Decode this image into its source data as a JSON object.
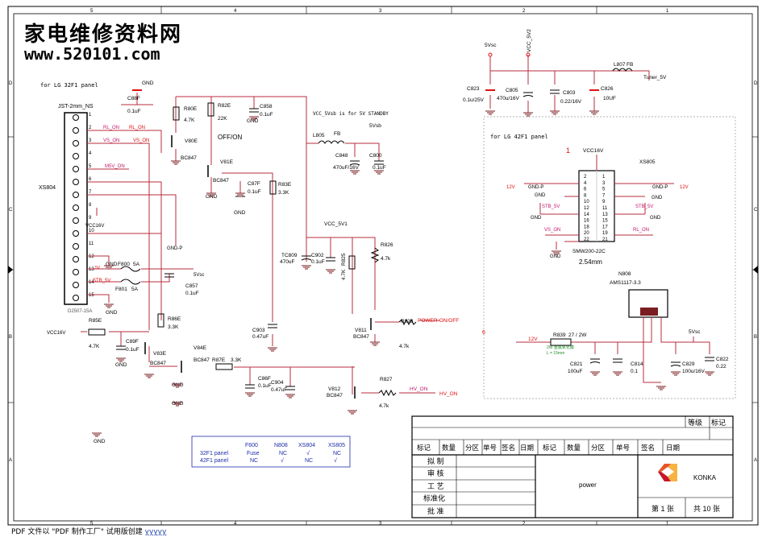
{
  "watermark": {
    "line1": "家电维修资料网",
    "line2": "www.520101.com"
  },
  "footer": {
    "text": "PDF 文件以 \"PDF 制作工厂\" 试用版创建",
    "link": "yyyyy"
  },
  "border": {
    "top_ticks": [
      "5",
      "4",
      "3",
      "2",
      "1"
    ],
    "side_ticks": [
      "D",
      "C",
      "B",
      "A"
    ]
  },
  "notes": {
    "lg32": "for LG 32F1 panel",
    "lg42": "for LG 42F1 panel",
    "standby": "VCC_5Vsb is for 5V STANDBY",
    "offon": "OFF/ON",
    "dim": "2.54mm",
    "red1": "1",
    "red6": "6",
    "green_note1": "2W 金属氧化膜",
    "green_note2": "L = 15mm"
  },
  "connector_xs804": {
    "title": "JST-2mm_NS",
    "ref": "XS804",
    "part": "D2507-15A",
    "pins": [
      "1",
      "2",
      "3",
      "4",
      "5",
      "6",
      "7",
      "8",
      "9",
      "10",
      "11",
      "12",
      "13",
      "14",
      "15"
    ]
  },
  "connector_xs805": {
    "ref": "XS805",
    "part": "SMW200-22C",
    "vcc": "VCC16V",
    "left_pins": [
      "2",
      "4",
      "6",
      "8",
      "10",
      "12",
      "14",
      "16",
      "18",
      "20",
      "22"
    ],
    "right_pins": [
      "1",
      "3",
      "5",
      "7",
      "9",
      "11",
      "13",
      "15",
      "17",
      "19",
      "21"
    ]
  },
  "nets": {
    "rl_on": "RL_ON",
    "vs_on": "VS_ON",
    "m5v_on": "M5V_ON",
    "vcc16v": "VCC16V",
    "gndp": "GND-P",
    "stb5v": "STB_5V",
    "v5vsc": "5Vsc",
    "vcc16v_in": "VCC16V",
    "gnd": "GND",
    "vcc5v1": "VCC_5V1",
    "v5vsb": "5Vsb",
    "v5vsc2": "5Vsc",
    "vcc5v2": "VCC_5V2",
    "tuner5v": "Tuner_5V",
    "power_onoff": "POWER-ON/OFF",
    "hv_on": "HV_ON",
    "v12": "12V",
    "small_5v": "5V"
  },
  "components": {
    "c88f": [
      "C88F",
      "0.1uF"
    ],
    "r80e": [
      "R80E",
      "4.7K"
    ],
    "v80e": [
      "V80E",
      "BC847"
    ],
    "r82e": [
      "R82E",
      "22K"
    ],
    "c858": [
      "C858",
      "0.1uF"
    ],
    "v81e": [
      "V81E",
      "BC847"
    ],
    "c87f": [
      "C87F",
      "0.1uF"
    ],
    "r83e": [
      "R83E",
      "3.3K"
    ],
    "l805": [
      "L805",
      "FB"
    ],
    "c848": [
      "C848",
      "470uF/16V"
    ],
    "c800": [
      "C800",
      "0.1uF"
    ],
    "f800": [
      "F800",
      "5A"
    ],
    "f801": [
      "F801",
      "5A"
    ],
    "c857": [
      "C857",
      "0.1uF"
    ],
    "tc809": [
      "TC809",
      "470uF"
    ],
    "c902": [
      "C902",
      "0.1uF"
    ],
    "r825": [
      "R825",
      "4.7K"
    ],
    "r826": [
      "R826",
      "4.7k"
    ],
    "r86e": [
      "R86E",
      "3.3K"
    ],
    "r85e": [
      "R85E",
      "4.7K"
    ],
    "c89f": [
      "C89F",
      "0.1uF"
    ],
    "v83e": [
      "V83E",
      "BC847"
    ],
    "v84e": [
      "V84E",
      "BC847"
    ],
    "r87e": [
      "R87E",
      "3.3K"
    ],
    "c903": [
      "C903",
      "0.47uF"
    ],
    "v811": [
      "V811",
      "BC847"
    ],
    "r828": [
      "R828",
      "4.7k"
    ],
    "c86f": [
      "C86F",
      "0.1uF"
    ],
    "c904": [
      "C904",
      "0.47uF"
    ],
    "v812": [
      "V812",
      "BC847"
    ],
    "r827": [
      "R827",
      "4.7k"
    ],
    "c823": [
      "C823",
      "0.1u/25V"
    ],
    "c805": [
      "C805",
      "470u/16V"
    ],
    "c803": [
      "C803",
      "0.22/16V"
    ],
    "c826": [
      "C826",
      "10UF"
    ],
    "l807": [
      "L807",
      "FB"
    ],
    "n808": [
      "N808",
      "AMS1117-3.3"
    ],
    "r839": [
      "R839",
      "27 / 2W"
    ],
    "c821": [
      "C821",
      "100uF"
    ],
    "c814": [
      "C814",
      "0.1"
    ],
    "c829": [
      "C829",
      "100u/16V"
    ],
    "c822": [
      "C822",
      "0.22"
    ]
  },
  "option_table": {
    "headers": [
      "",
      "F600",
      "N808",
      "XS804",
      "XS805"
    ],
    "rows": [
      [
        "32F1 panel",
        "Fuse",
        "NC",
        "√",
        "NC"
      ],
      [
        "42F1 panel",
        "NC",
        "√",
        "NC",
        "√"
      ]
    ]
  },
  "title_block": {
    "grade": "等级",
    "mark": "标记",
    "rev_headers": [
      "标记",
      "数量",
      "分区",
      "单号",
      "签名",
      "日期",
      "标记",
      "数量",
      "分区",
      "单号",
      "签名",
      "日期"
    ],
    "roles": [
      "拟  制",
      "审  核",
      "工  艺",
      "标准化",
      "批  准"
    ],
    "title": "power",
    "brand": "KONKA",
    "sheet": "第 1 张",
    "total": "共 10 张"
  },
  "colors": {
    "wire": "#b82c3c",
    "net": "#c0186b",
    "red": "#e01010",
    "gnd": "#7a1e22",
    "text": "#000000",
    "table_text": "#1c2ca8",
    "green": "#1c8f2a"
  }
}
